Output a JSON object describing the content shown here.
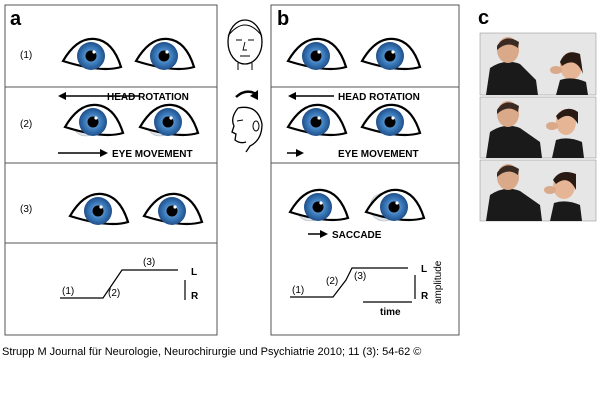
{
  "panels": [
    {
      "letter": "a",
      "rows": [
        "(1)",
        "(2)",
        "(3)"
      ],
      "head_rotation": "HEAD ROTATION",
      "eye_movement": "EYE MOVEMENT",
      "trace_labels": [
        "(1)",
        "(2)",
        "(3)"
      ],
      "axis_top": "L",
      "axis_bottom": "R"
    },
    {
      "letter": "b",
      "head_rotation": "HEAD ROTATION",
      "eye_movement": "EYE MOVEMENT",
      "saccade": "SACCADE",
      "trace_labels": [
        "(1)",
        "(2)",
        "(3)"
      ],
      "axis_top": "L",
      "axis_bottom": "R",
      "amplitude": "amplitude",
      "time": "time"
    },
    {
      "letter": "c"
    }
  ],
  "colors": {
    "iris": "#3f7fc0",
    "iris_light": "#9cc3e8",
    "pupil": "#000000",
    "photo_bg": "#e6e6e6",
    "suit": "#1a1a1a"
  },
  "caption": "Strupp M Journal für Neurologie, Neurochirurgie und Psychiatrie 2010; 11 (3): 54-62 ©"
}
